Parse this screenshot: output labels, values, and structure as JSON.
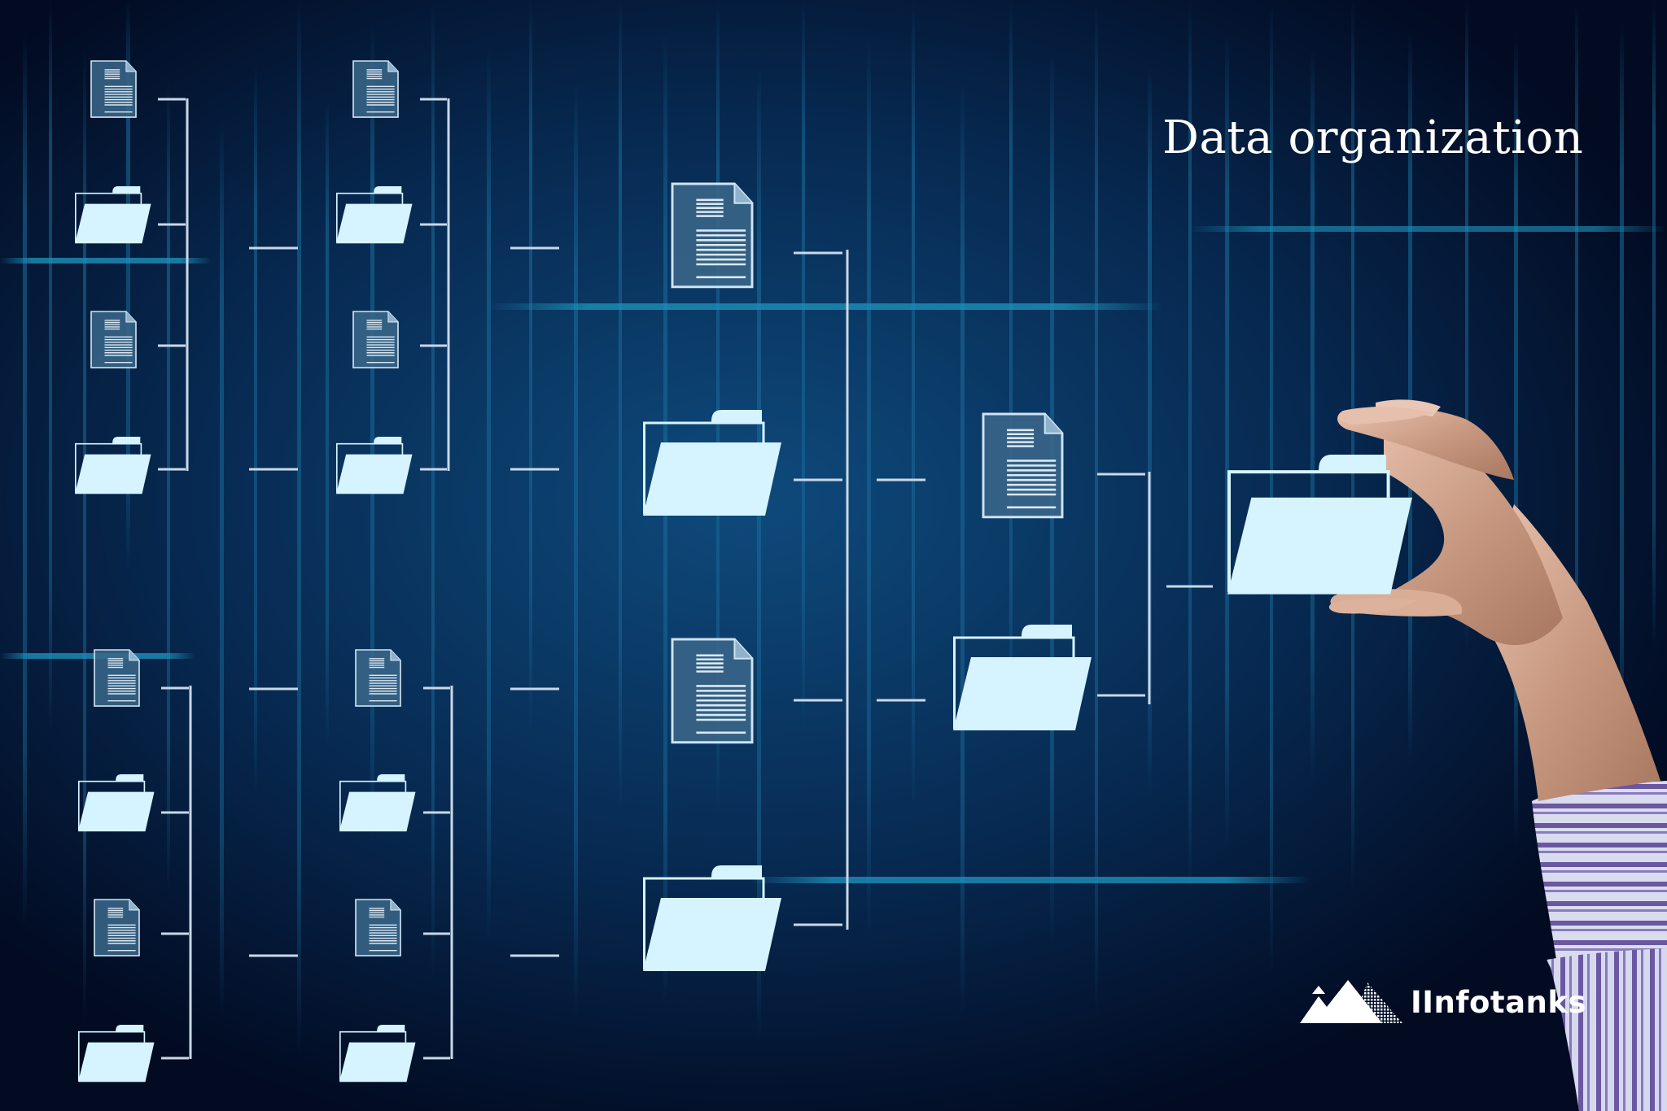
{
  "header": {
    "title": "Data organization"
  },
  "brand": {
    "name": "IInfotanks",
    "logo_icon": "mountains-icon"
  },
  "diagram": {
    "type": "file-hierarchy-tree",
    "columns": [
      {
        "column": 1,
        "group": "top",
        "items": [
          "document",
          "folder",
          "document",
          "folder"
        ]
      },
      {
        "column": 1,
        "group": "bottom",
        "items": [
          "document",
          "folder",
          "document",
          "folder"
        ]
      },
      {
        "column": 2,
        "group": "top",
        "items": [
          "document",
          "folder",
          "document",
          "folder"
        ]
      },
      {
        "column": 2,
        "group": "bottom",
        "items": [
          "document",
          "folder",
          "document",
          "folder"
        ]
      },
      {
        "column": 3,
        "items": [
          "document",
          "folder",
          "document",
          "folder"
        ]
      },
      {
        "column": 4,
        "items": [
          "document",
          "folder"
        ]
      },
      {
        "column": 5,
        "items": [
          "folder"
        ],
        "held_by_hand": true
      }
    ]
  },
  "colors": {
    "background_dark": "#020b22",
    "background_mid": "#0b3a66",
    "icon_fill": "#d6f4ff",
    "doc_fill": "#3b6789",
    "line": "#c9d8e8",
    "glow": "#1c8fb8",
    "text": "#ffffff"
  }
}
